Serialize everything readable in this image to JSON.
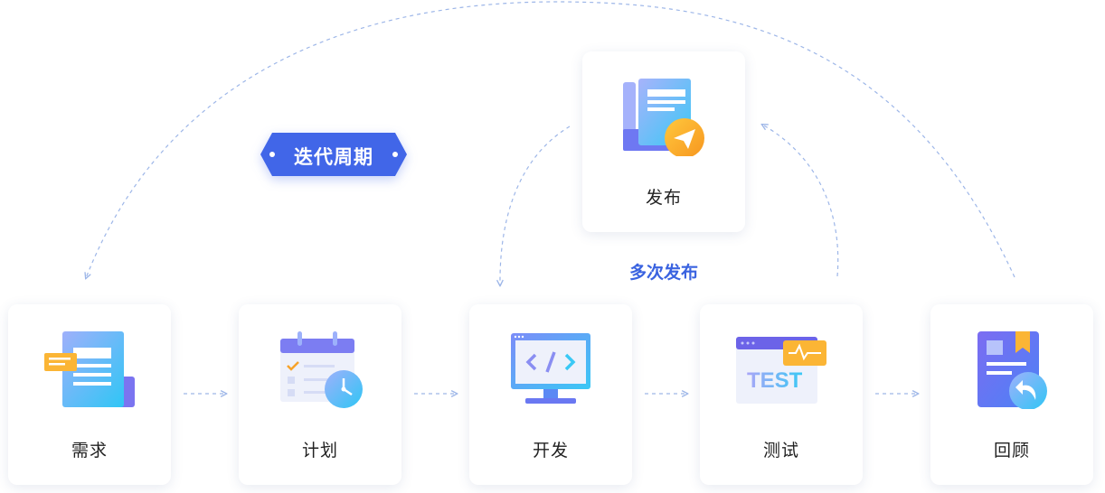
{
  "cycle_label": "迭代周期",
  "multi_release_label": "多次发布",
  "steps": [
    {
      "label": "需求",
      "icon": "requirements-document-icon"
    },
    {
      "label": "计划",
      "icon": "calendar-clock-icon"
    },
    {
      "label": "开发",
      "icon": "code-monitor-icon"
    },
    {
      "label": "测试",
      "icon": "test-window-icon"
    },
    {
      "label": "回顾",
      "icon": "review-book-icon"
    }
  ],
  "release": {
    "label": "发布",
    "icon": "release-paper-plane-icon"
  },
  "colors": {
    "accent": "#3a63e0",
    "badge": "#4166e8",
    "connector": "#9db6e8",
    "icon_gradient_start": "#7c8cf8",
    "icon_gradient_end": "#3ac8f5",
    "orange": "#fbb535"
  }
}
